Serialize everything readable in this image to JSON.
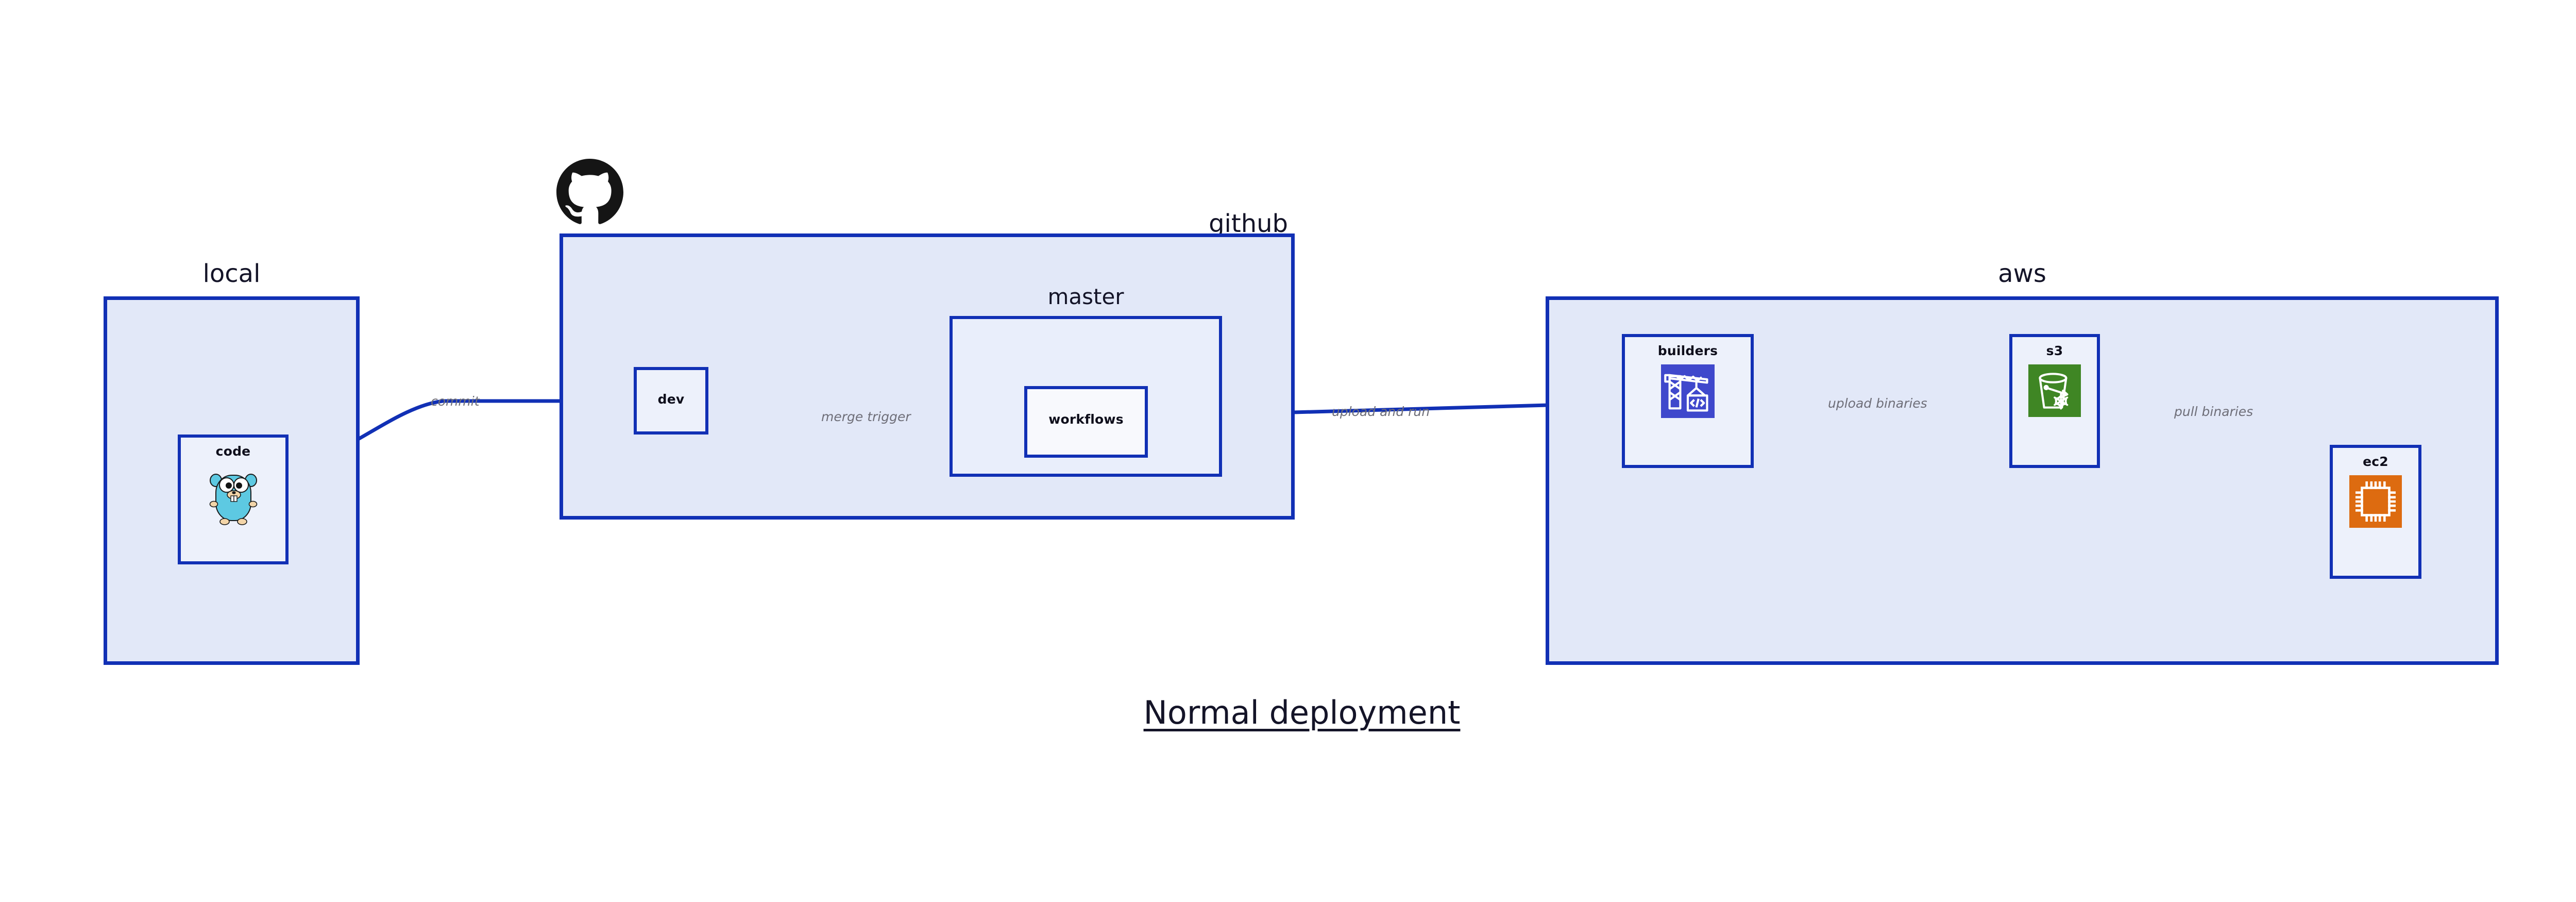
{
  "diagram": {
    "title": "Normal deployment",
    "accent_border": "#1130B5",
    "cluster_fill": "#E2E8F8",
    "subcluster_fill": "#E9EEFB",
    "node_fill": "#EDF1FB",
    "edge_color": "#1130B5",
    "edge_label_color": "#6E6E78",
    "background": "#FFFFFF"
  },
  "clusters": {
    "local": {
      "label": "local"
    },
    "github": {
      "label": "github",
      "icon": "github-octocat-logo"
    },
    "master": {
      "label": "master"
    },
    "aws": {
      "label": "aws"
    }
  },
  "nodes": {
    "code": {
      "label": "code",
      "icon": "go-gopher-icon",
      "icon_color": "#5DC9E2"
    },
    "dev": {
      "label": "dev",
      "icon": "none"
    },
    "workflows": {
      "label": "workflows",
      "icon": "none"
    },
    "builders": {
      "label": "builders",
      "icon": "aws-codebuild-crane-icon",
      "icon_color": "#3F48CC"
    },
    "s3": {
      "label": "s3",
      "icon": "aws-s3-bucket-icon",
      "icon_color": "#3F8624"
    },
    "ec2": {
      "label": "ec2",
      "icon": "aws-ec2-chip-icon",
      "icon_color": "#DD6B10"
    }
  },
  "edges": [
    {
      "id": "commit",
      "from": "code",
      "to": "dev",
      "label": "commit"
    },
    {
      "id": "merge-trigger",
      "from": "dev",
      "to": "workflows",
      "label": "merge trigger"
    },
    {
      "id": "upload-and-run",
      "from": "workflows",
      "to": "builders",
      "label": "upload and run"
    },
    {
      "id": "upload-binaries",
      "from": "builders",
      "to": "s3",
      "label": "upload binaries"
    },
    {
      "id": "pull-binaries",
      "from": "s3",
      "to": "ec2",
      "label": "pull binaries"
    }
  ]
}
